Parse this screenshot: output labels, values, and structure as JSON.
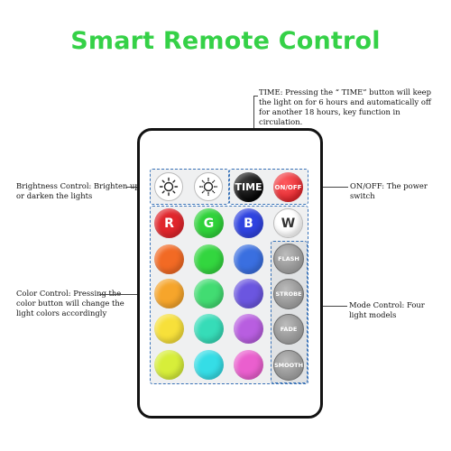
{
  "title": "Smart Remote Control",
  "notes": {
    "time": "TIME: Pressing the “ TIME” button will keep the light on for 6 hours and automatically off for another 18 hours, key function in circulation.",
    "brightness": "Brightness Control: Brighten up or darken the lights",
    "onoff": "ON/OFF: The power switch",
    "color": "Color Control: Pressing the color button will change the light colors accordingly",
    "mode": "Mode Control: Four light models"
  },
  "buttons": {
    "time": "TIME",
    "onoff": "ON/OFF",
    "r": "R",
    "g": "G",
    "b": "B",
    "w": "W",
    "flash": "FLASH",
    "strobe": "STROBE",
    "fade": "FADE",
    "smooth": "SMOOTH"
  },
  "colors": {
    "title": "#35d147",
    "red": "#e0262c",
    "green": "#2fd23a",
    "blue": "#2f43e0",
    "grid": [
      "#f26a24",
      "#33d63f",
      "#3a6fe0",
      "#f6a52b",
      "#42dc72",
      "#6b56e0",
      "#f7e03a",
      "#36dcb8",
      "#b85ee0",
      "#d7ee3a",
      "#35dde6",
      "#ea5fce"
    ]
  }
}
